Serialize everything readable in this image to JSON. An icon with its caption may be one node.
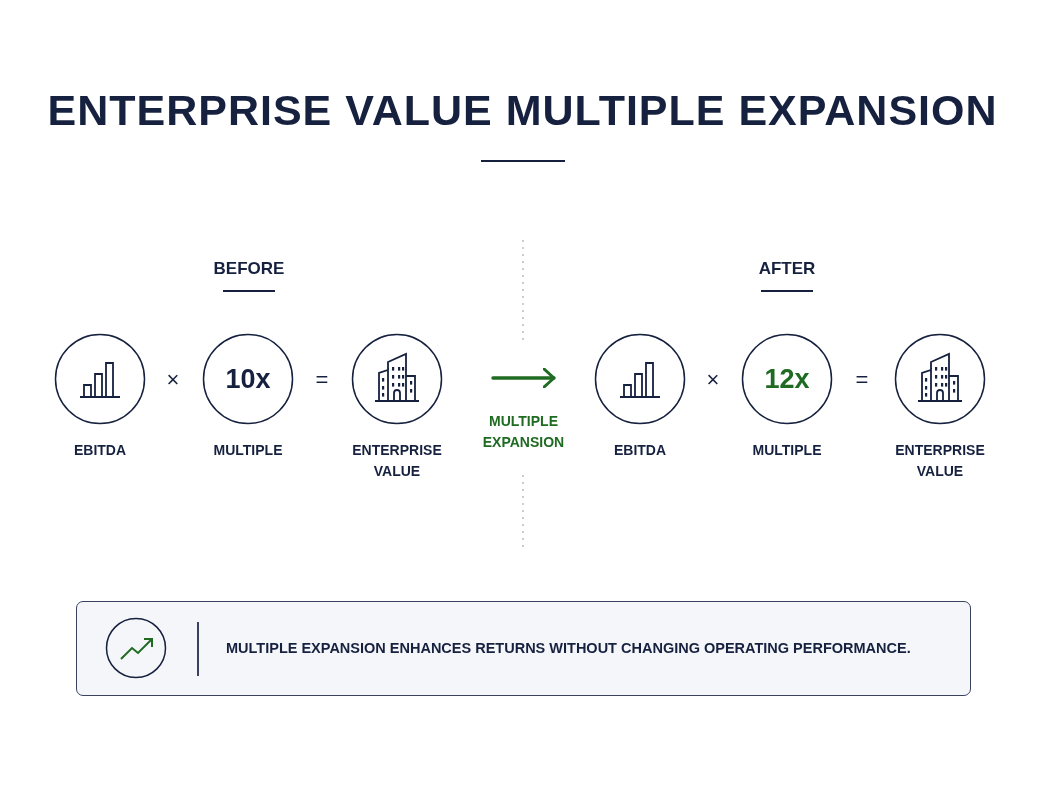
{
  "diagram": {
    "title": "ENTERPRISE VALUE MULTIPLE EXPANSION",
    "nodes": [
      {
        "text": [
          "EBITDA"
        ]
      },
      {
        "text": [
          "10x",
          "MULTIPLE"
        ]
      },
      {
        "text": [
          "ENTERPRISE VALUE"
        ]
      },
      {
        "text": [
          "EBITDA"
        ]
      },
      {
        "text": [
          "12x",
          "MULTIPLE"
        ]
      },
      {
        "text": [
          "ENTERPRISE VALUE"
        ]
      },
      {
        "text": [
          "MULTIPLE EXPANSION ENHANCES RETURNS WITHOUT CHANGING OPERATING PERFORMANCE."
        ]
      }
    ],
    "edges": [
      {
        "from": 2,
        "to": 3,
        "arrow": "to",
        "label": "MULTIPLE EXPANSION",
        "color": "#1f6b22"
      }
    ],
    "labels": [
      "BEFORE",
      "×",
      "=",
      "AFTER",
      "×",
      "="
    ]
  }
}
